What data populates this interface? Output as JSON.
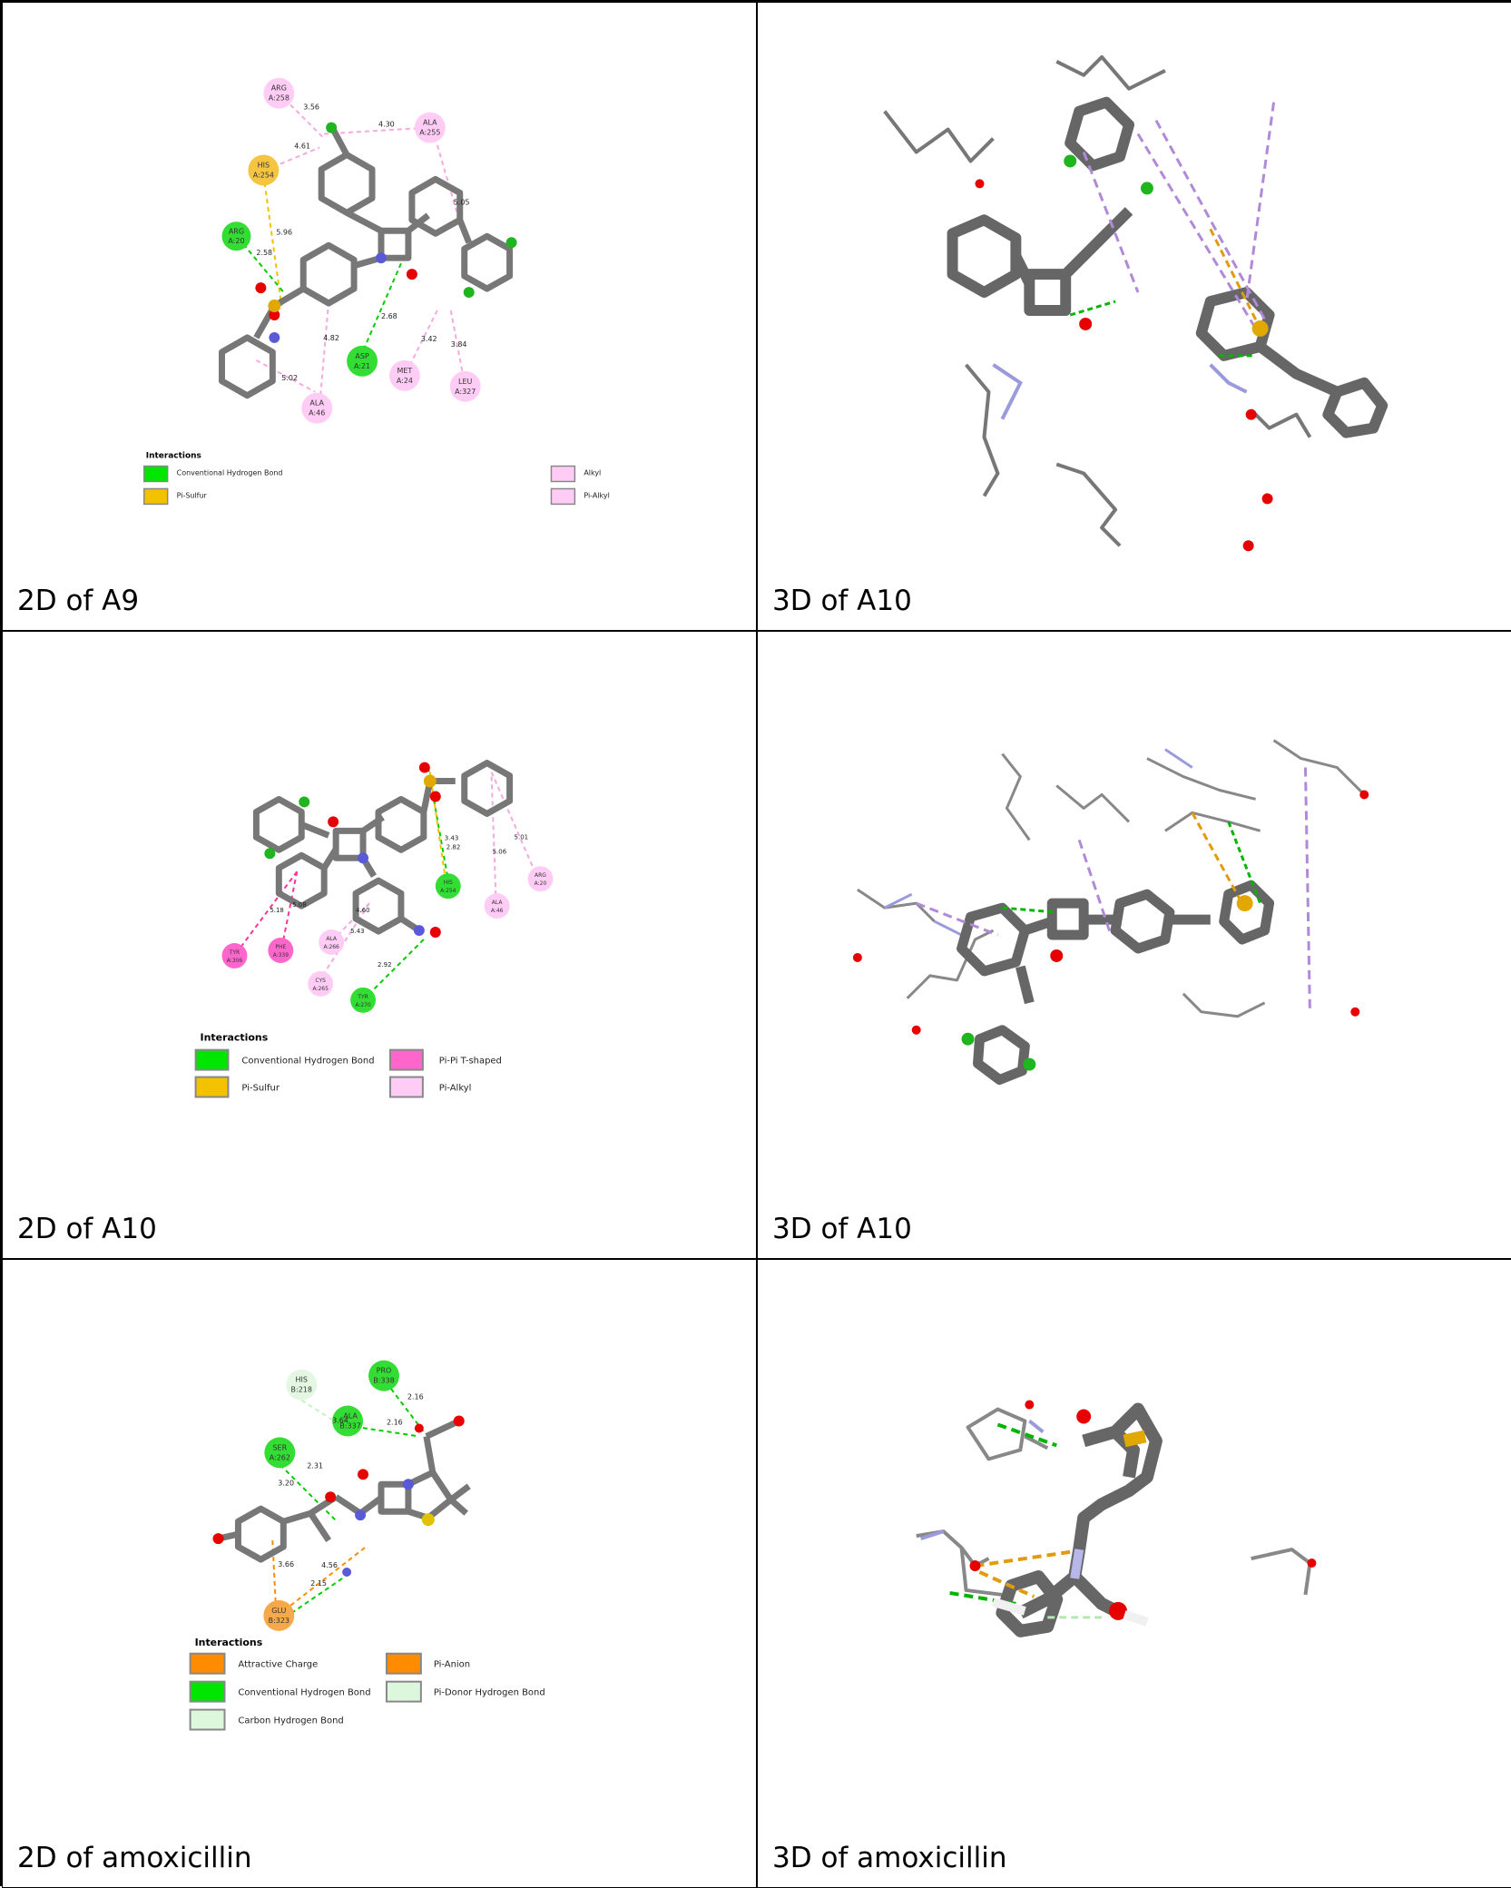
{
  "panels": [
    {
      "caption": "2D of A9",
      "residues": [
        {
          "name": "ARG",
          "id": "A:258",
          "type": "Alkyl"
        },
        {
          "name": "ALA",
          "id": "A:255",
          "type": "Alkyl"
        },
        {
          "name": "HIS",
          "id": "A:254",
          "type": "Pi-Sulfur"
        },
        {
          "name": "ARG",
          "id": "A:20",
          "type": "Conventional Hydrogen Bond"
        },
        {
          "name": "ASP",
          "id": "A:21",
          "type": "Conventional Hydrogen Bond"
        },
        {
          "name": "MET",
          "id": "A:24",
          "type": "Alkyl"
        },
        {
          "name": "LEU",
          "id": "A:327",
          "type": "Alkyl"
        },
        {
          "name": "ALA",
          "id": "A:46",
          "type": "Alkyl"
        }
      ],
      "distances": [
        "3.56",
        "4.30",
        "4.61",
        "5.05",
        "5.96",
        "2.58",
        "2.68",
        "4.82",
        "3.42",
        "3.84",
        "5.02"
      ],
      "legend_title": "Interactions",
      "legend": [
        {
          "label": "Conventional Hydrogen Bond",
          "color": "#00e600"
        },
        {
          "label": "Pi-Sulfur",
          "color": "#f2c200"
        },
        {
          "label": "Alkyl",
          "color": "#ffccf5"
        },
        {
          "label": "Pi-Alkyl",
          "color": "#ffccf5"
        }
      ]
    },
    {
      "caption": "3D of A10"
    },
    {
      "caption": "2D of A10",
      "residues": [
        {
          "name": "HIS",
          "id": "A:254",
          "type": "Conventional Hydrogen Bond"
        },
        {
          "name": "ARG",
          "id": "A:20",
          "type": "Pi-Alkyl"
        },
        {
          "name": "ALA",
          "id": "A:46",
          "type": "Pi-Alkyl"
        },
        {
          "name": "TYR",
          "id": "A:306",
          "type": "Pi-Pi T-shaped"
        },
        {
          "name": "PHE",
          "id": "A:339",
          "type": "Pi-Pi T-shaped"
        },
        {
          "name": "ALA",
          "id": "A:266",
          "type": "Pi-Alkyl"
        },
        {
          "name": "CYS",
          "id": "A:265",
          "type": "Pi-Alkyl"
        },
        {
          "name": "TYR",
          "id": "A:270",
          "type": "Conventional Hydrogen Bond"
        }
      ],
      "distances": [
        "3.43",
        "2.82",
        "5.01",
        "5.06",
        "5.18",
        "5.08",
        "4.60",
        "5.43",
        "2.92"
      ],
      "legend_title": "Interactions",
      "legend": [
        {
          "label": "Conventional Hydrogen Bond",
          "color": "#00e600"
        },
        {
          "label": "Pi-Pi T-shaped",
          "color": "#ff66cc"
        },
        {
          "label": "Pi-Sulfur",
          "color": "#f2c200"
        },
        {
          "label": "Pi-Alkyl",
          "color": "#ffccf5"
        }
      ]
    },
    {
      "caption": "3D of A10"
    },
    {
      "caption": "2D of amoxicillin",
      "residues": [
        {
          "name": "HIS",
          "id": "B:218",
          "type": "Carbon Hydrogen Bond"
        },
        {
          "name": "PRO",
          "id": "B:338",
          "type": "Conventional Hydrogen Bond"
        },
        {
          "name": "ALA",
          "id": "B:337",
          "type": "Conventional Hydrogen Bond"
        },
        {
          "name": "SER",
          "id": "A:262",
          "type": "Conventional Hydrogen Bond"
        },
        {
          "name": "GLU",
          "id": "B:323",
          "type": "Attractive Charge"
        }
      ],
      "distances": [
        "2.16",
        "3.64",
        "2.16",
        "2.31",
        "3.20",
        "3.66",
        "4.56",
        "2.15"
      ],
      "legend_title": "Interactions",
      "legend": [
        {
          "label": "Attractive Charge",
          "color": "#ff8c00"
        },
        {
          "label": "Pi-Anion",
          "color": "#ff8c00"
        },
        {
          "label": "Conventional Hydrogen Bond",
          "color": "#00e600"
        },
        {
          "label": "Pi-Donor Hydrogen Bond",
          "color": "#dcf7dc"
        },
        {
          "label": "Carbon Hydrogen Bond",
          "color": "#dcf7dc"
        }
      ]
    },
    {
      "caption": "3D of amoxicillin"
    }
  ]
}
